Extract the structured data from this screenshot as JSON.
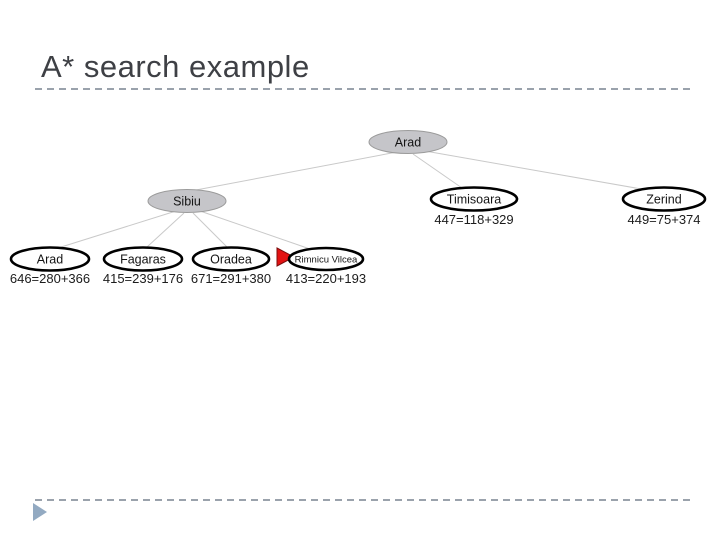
{
  "slide": {
    "title": "A* search example"
  },
  "tree": {
    "root": {
      "label": "Arad"
    },
    "children": [
      {
        "label": "Sibiu",
        "expanded": true,
        "children": [
          {
            "label": "Arad",
            "f": "646=280+366"
          },
          {
            "label": "Fagaras",
            "f": "415=239+176"
          },
          {
            "label": "Oradea",
            "f": "671=291+380"
          },
          {
            "label": "Rimnicu Vilcea",
            "f": "413=220+193",
            "marked": true
          }
        ]
      },
      {
        "label": "Timisoara",
        "f": "447=118+329"
      },
      {
        "label": "Zerind",
        "f": "449=75+374"
      }
    ]
  },
  "icons": {
    "next_node_marker": "red-right-triangle-icon",
    "footer_bullet": "blue-right-triangle-icon"
  },
  "colors": {
    "expanded_node_fill": "#c5c5c9",
    "frontier_node_fill": "#ffffff",
    "frontier_node_stroke": "#000000",
    "edge": "#c9c9c9",
    "marker_red": "#e31212",
    "marker_red_stroke": "#7d0c0c",
    "bullet_blue": "#93aac2",
    "title_text": "#3e4045",
    "divider": "#9aa2ac"
  }
}
